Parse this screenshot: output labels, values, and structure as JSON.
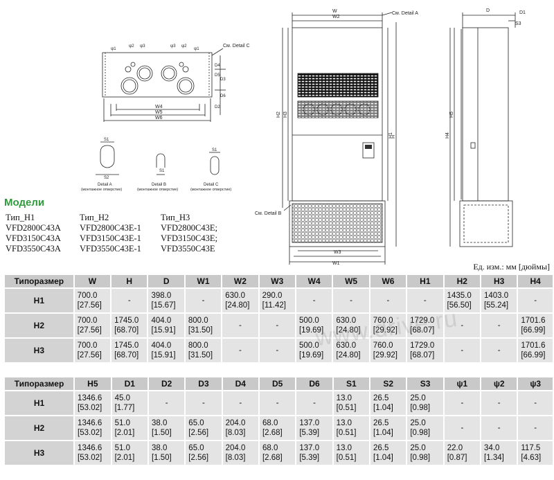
{
  "drawings": {
    "top_view": {
      "labels": [
        "W4",
        "W5",
        "W6",
        "D4",
        "D5",
        "D2",
        "D6",
        "D3",
        "ψ1",
        "ψ2",
        "ψ3",
        "ψ3",
        "ψ2",
        "ψ1"
      ],
      "detail_ref": "См. Detail C"
    },
    "details": [
      {
        "name": "Detail A",
        "caption": "(монтажное отверстие)",
        "dims": [
          "S1",
          "S2"
        ]
      },
      {
        "name": "Detail B",
        "caption": "(монтажное отверстие)",
        "dims": [
          "S1"
        ]
      },
      {
        "name": "Detail C",
        "caption": "(монтажное отверстие)",
        "dims": [
          "S1"
        ]
      }
    ],
    "front_view": {
      "labels": [
        "W",
        "W2",
        "H2",
        "H3",
        "H",
        "H1",
        "W3",
        "W1"
      ],
      "detail_a_ref": "См. Detail A",
      "detail_b_ref": "См. Detail B"
    },
    "side_view": {
      "labels": [
        "D",
        "D1",
        "S3",
        "H5",
        "H4"
      ]
    }
  },
  "models": {
    "title": "Модели",
    "columns": [
      {
        "header": "Тип_H1",
        "items": [
          "VFD2800C43A",
          "VFD3150C43A",
          "VFD3550C43A"
        ]
      },
      {
        "header": "Тип_H2",
        "items": [
          "VFD2800C43E-1",
          "VFD3150C43E-1",
          "VFD3550C43E-1"
        ]
      },
      {
        "header": "Тип_H3",
        "items": [
          "VFD2800C43E;",
          "VFD3150C43E;",
          "VFD3550C43E"
        ]
      }
    ]
  },
  "units_note": "Ед. изм.: мм [дюймы]",
  "watermark": "www.drive.ru",
  "table1": {
    "headers": [
      "Типоразмер",
      "W",
      "H",
      "D",
      "W1",
      "W2",
      "W3",
      "W4",
      "W5",
      "W6",
      "H1",
      "H2",
      "H3",
      "H4"
    ],
    "rows": [
      {
        "name": "H1",
        "cells": [
          [
            "700.0",
            "[27.56]"
          ],
          [
            "-"
          ],
          [
            "398.0",
            "[15.67]"
          ],
          [
            "-"
          ],
          [
            "630.0",
            "[24.80]"
          ],
          [
            "290.0",
            "[11.42]"
          ],
          [
            "-"
          ],
          [
            "-"
          ],
          [
            "-"
          ],
          [
            "-"
          ],
          [
            "1435.0",
            "[56.50]"
          ],
          [
            "1403.0",
            "[55.24]"
          ],
          [
            "-"
          ]
        ]
      },
      {
        "name": "H2",
        "cells": [
          [
            "700.0",
            "[27.56]"
          ],
          [
            "1745.0",
            "[68.70]"
          ],
          [
            "404.0",
            "[15.91]"
          ],
          [
            "800.0",
            "[31.50]"
          ],
          [
            "-"
          ],
          [
            "-"
          ],
          [
            "500.0",
            "[19.69]"
          ],
          [
            "630.0",
            "[24.80]"
          ],
          [
            "760.0",
            "[29.92]"
          ],
          [
            "1729.0",
            "[68.07]"
          ],
          [
            "-"
          ],
          [
            "-"
          ],
          [
            "1701.6",
            "[66.99]"
          ]
        ]
      },
      {
        "name": "H3",
        "cells": [
          [
            "700.0",
            "[27.56]"
          ],
          [
            "1745.0",
            "[68.70]"
          ],
          [
            "404.0",
            "[15.91]"
          ],
          [
            "800.0",
            "[31.50]"
          ],
          [
            "-"
          ],
          [
            "-"
          ],
          [
            "500.0",
            "[19.69]"
          ],
          [
            "630.0",
            "[24.80]"
          ],
          [
            "760.0",
            "[29.92]"
          ],
          [
            "1729.0",
            "[68.07]"
          ],
          [
            "-"
          ],
          [
            "-"
          ],
          [
            "1701.6",
            "[66.99]"
          ]
        ]
      }
    ]
  },
  "table2": {
    "headers": [
      "Типоразмер",
      "H5",
      "D1",
      "D2",
      "D3",
      "D4",
      "D5",
      "D6",
      "S1",
      "S2",
      "S3",
      "ψ1",
      "ψ2",
      "ψ3"
    ],
    "rows": [
      {
        "name": "H1",
        "cells": [
          [
            "1346.6",
            "[53.02]"
          ],
          [
            "45.0",
            "[1.77]"
          ],
          [
            "-"
          ],
          [
            "-"
          ],
          [
            "-"
          ],
          [
            "-"
          ],
          [
            "-"
          ],
          [
            "13.0",
            "[0.51]"
          ],
          [
            "26.5",
            "[1.04]"
          ],
          [
            "25.0",
            "[0.98]"
          ],
          [
            "-"
          ],
          [
            "-"
          ],
          [
            "-"
          ]
        ]
      },
      {
        "name": "H2",
        "cells": [
          [
            "1346.6",
            "[53.02]"
          ],
          [
            "51.0",
            "[2.01]"
          ],
          [
            "38.0",
            "[1.50]"
          ],
          [
            "65.0",
            "[2.56]"
          ],
          [
            "204.0",
            "[8.03]"
          ],
          [
            "68.0",
            "[2.68]"
          ],
          [
            "137.0",
            "[5.39]"
          ],
          [
            "13.0",
            "[0.51]"
          ],
          [
            "26.5",
            "[1.04]"
          ],
          [
            "25.0",
            "[0.98]"
          ],
          [
            "-"
          ],
          [
            "-"
          ],
          [
            "-"
          ]
        ]
      },
      {
        "name": "H3",
        "cells": [
          [
            "1346.6",
            "[53.02]"
          ],
          [
            "51.0",
            "[2.01]"
          ],
          [
            "38.0",
            "[1.50]"
          ],
          [
            "65.0",
            "[2.56]"
          ],
          [
            "204.0",
            "[8.03]"
          ],
          [
            "68.0",
            "[2.68]"
          ],
          [
            "137.0",
            "[5.39]"
          ],
          [
            "13.0",
            "[0.51]"
          ],
          [
            "26.5",
            "[1.04]"
          ],
          [
            "25.0",
            "[0.98]"
          ],
          [
            "22.0",
            "[0.87]"
          ],
          [
            "34.0",
            "[1.34]"
          ],
          [
            "117.5",
            "[4.63]"
          ]
        ]
      }
    ]
  }
}
